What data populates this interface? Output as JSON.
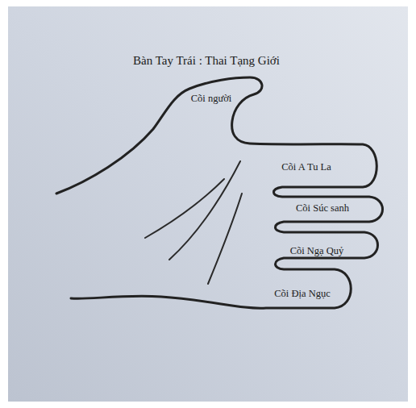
{
  "diagram": {
    "title": "Bàn Tay Trái : Thai Tạng Giới",
    "labels": [
      "Cõi người",
      "Cõi A Tu La",
      "Cõi Súc sanh",
      "Cõi Ngạ Quỷ",
      "Cõi Địa Ngục"
    ]
  }
}
